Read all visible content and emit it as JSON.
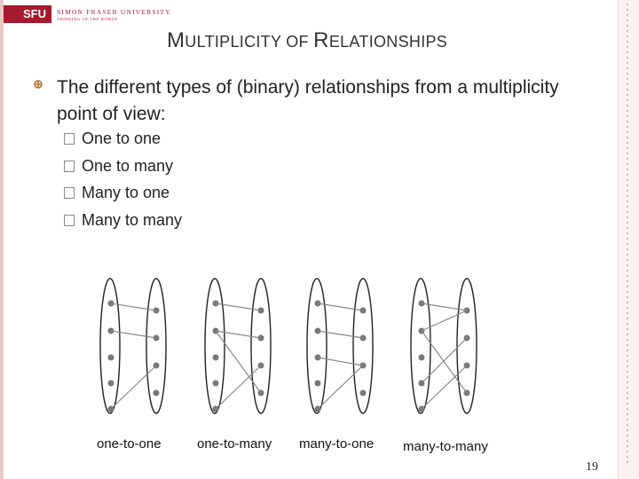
{
  "header": {
    "logo_mark": "SFU",
    "logo_name": "SIMON FRASER UNIVERSITY",
    "logo_tagline": "THINKING OF THE WORLD"
  },
  "slide": {
    "title_cap1": "M",
    "title_rest1": "ULTIPLICITY OF ",
    "title_cap2": "R",
    "title_rest2": "ELATIONSHIPS",
    "bullet": "The different types of (binary) relationships from a multiplicity point of view:",
    "sub_items": [
      "One to one",
      "One to many",
      "Many to one",
      "Many to many"
    ],
    "captions": [
      "one-to-one",
      "one-to-many",
      "many-to-one",
      "many-to-many"
    ],
    "page_number": "19"
  },
  "colors": {
    "accent": "#a6192e",
    "bullet_icon": "#b06c2a",
    "diagram_line": "#888888",
    "diagram_dot": "#777777"
  },
  "icons": {
    "bullet": "crossed-circle-bullet-icon",
    "sub_bullet": "checkbox-bullet-icon"
  }
}
